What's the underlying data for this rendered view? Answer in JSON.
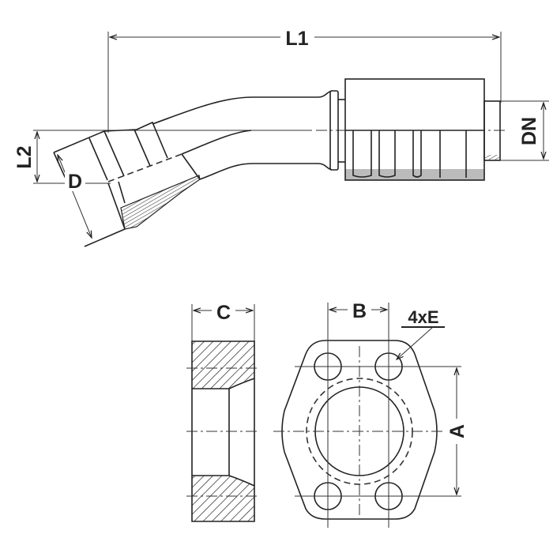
{
  "title": "45° hose fitting with SAE flange — dimension drawing",
  "labels": {
    "L1": "L1",
    "L2": "L2",
    "D": "D",
    "DN": "DN",
    "C": "C",
    "B": "B",
    "E": "4xE",
    "A": "A"
  },
  "colors": {
    "line": "#222222",
    "hatch_fill": "#777777",
    "ferrule_shade": "#bbbbbb"
  }
}
